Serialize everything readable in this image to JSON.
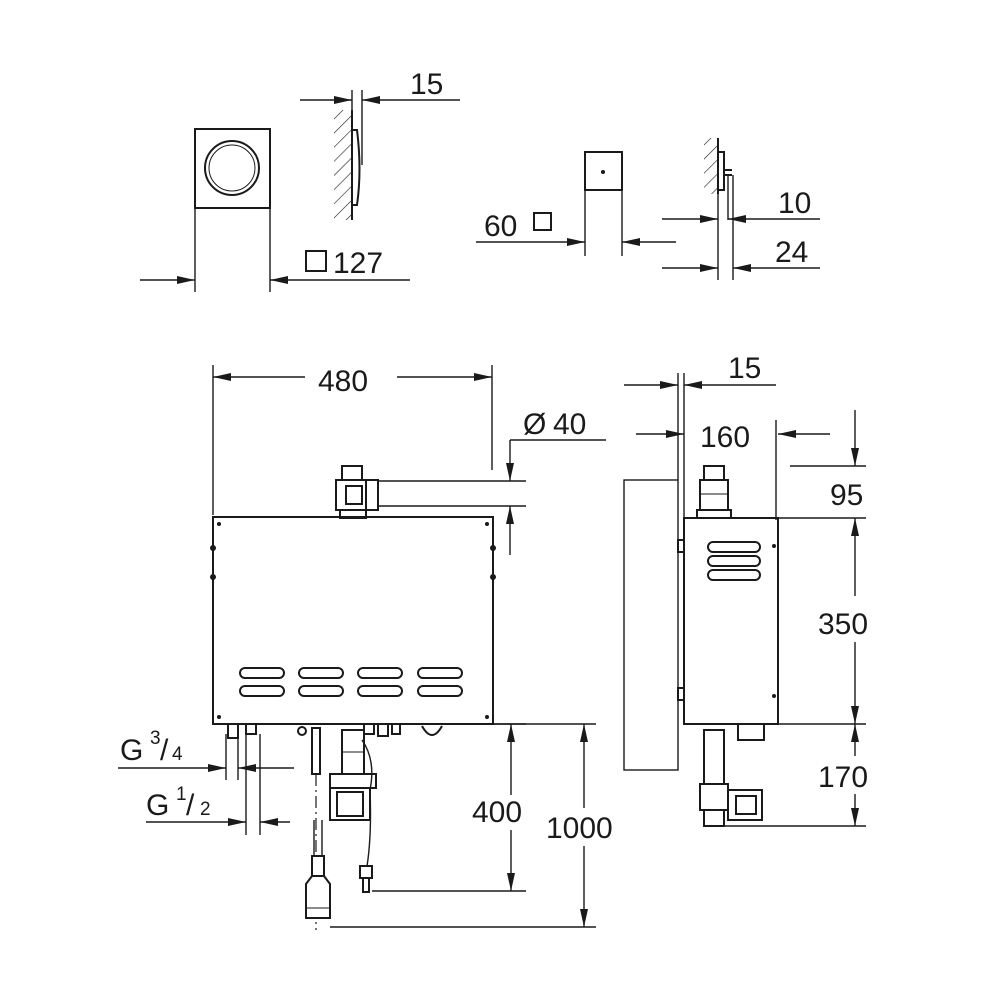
{
  "dimensions": {
    "panel_depth": "15",
    "panel_square": "127",
    "sensor_square": "60",
    "sensor_depth_front": "10",
    "sensor_depth_total": "24",
    "generator_width": "480",
    "steam_outlet_diameter": "40",
    "side_wall_gap": "15",
    "side_depth": "160",
    "top_clearance": "95",
    "body_height": "350",
    "bottom_clearance": "170",
    "connection_height": "400",
    "total_height": "1000",
    "pipe_g34_label": "G",
    "pipe_g34_sup": "3",
    "pipe_g34_sub": "4",
    "pipe_g12_label": "G",
    "pipe_g12_sup": "1",
    "pipe_g12_sub": "2",
    "diameter_symbol": "Ø",
    "fraction_slash": "/"
  }
}
